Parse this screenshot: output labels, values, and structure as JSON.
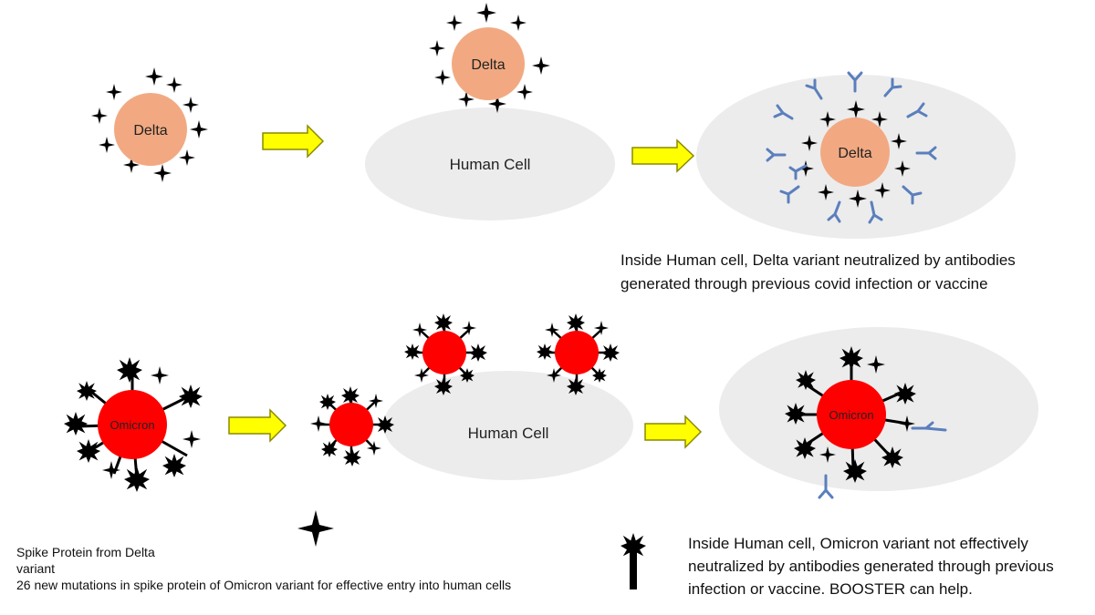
{
  "labels": {
    "delta": "Delta",
    "omicron": "Omicron",
    "human_cell": "Human Cell"
  },
  "captions": {
    "delta_line1": "Inside Human cell, Delta variant neutralized by antibodies",
    "delta_line2": "generated through previous covid infection or vaccine",
    "omicron_line1": "Inside Human cell, Omicron variant not effectively",
    "omicron_line2": "neutralized by antibodies generated through previous",
    "omicron_line3": "infection or vaccine. BOOSTER can help."
  },
  "legend": {
    "spike_delta_line1": "Spike Protein from Delta",
    "spike_delta_line2": "variant",
    "omicron_mutations": "26 new mutations in spike protein of Omicron variant for effective entry into human cells"
  },
  "colors": {
    "delta_virus": "#f2a982",
    "omicron_virus": "#ff0000",
    "human_cell": "#ececec",
    "arrow_fill": "#ffff00",
    "arrow_stroke": "#8a8a00",
    "antibody": "#5b7fbd",
    "spike": "#000000"
  }
}
